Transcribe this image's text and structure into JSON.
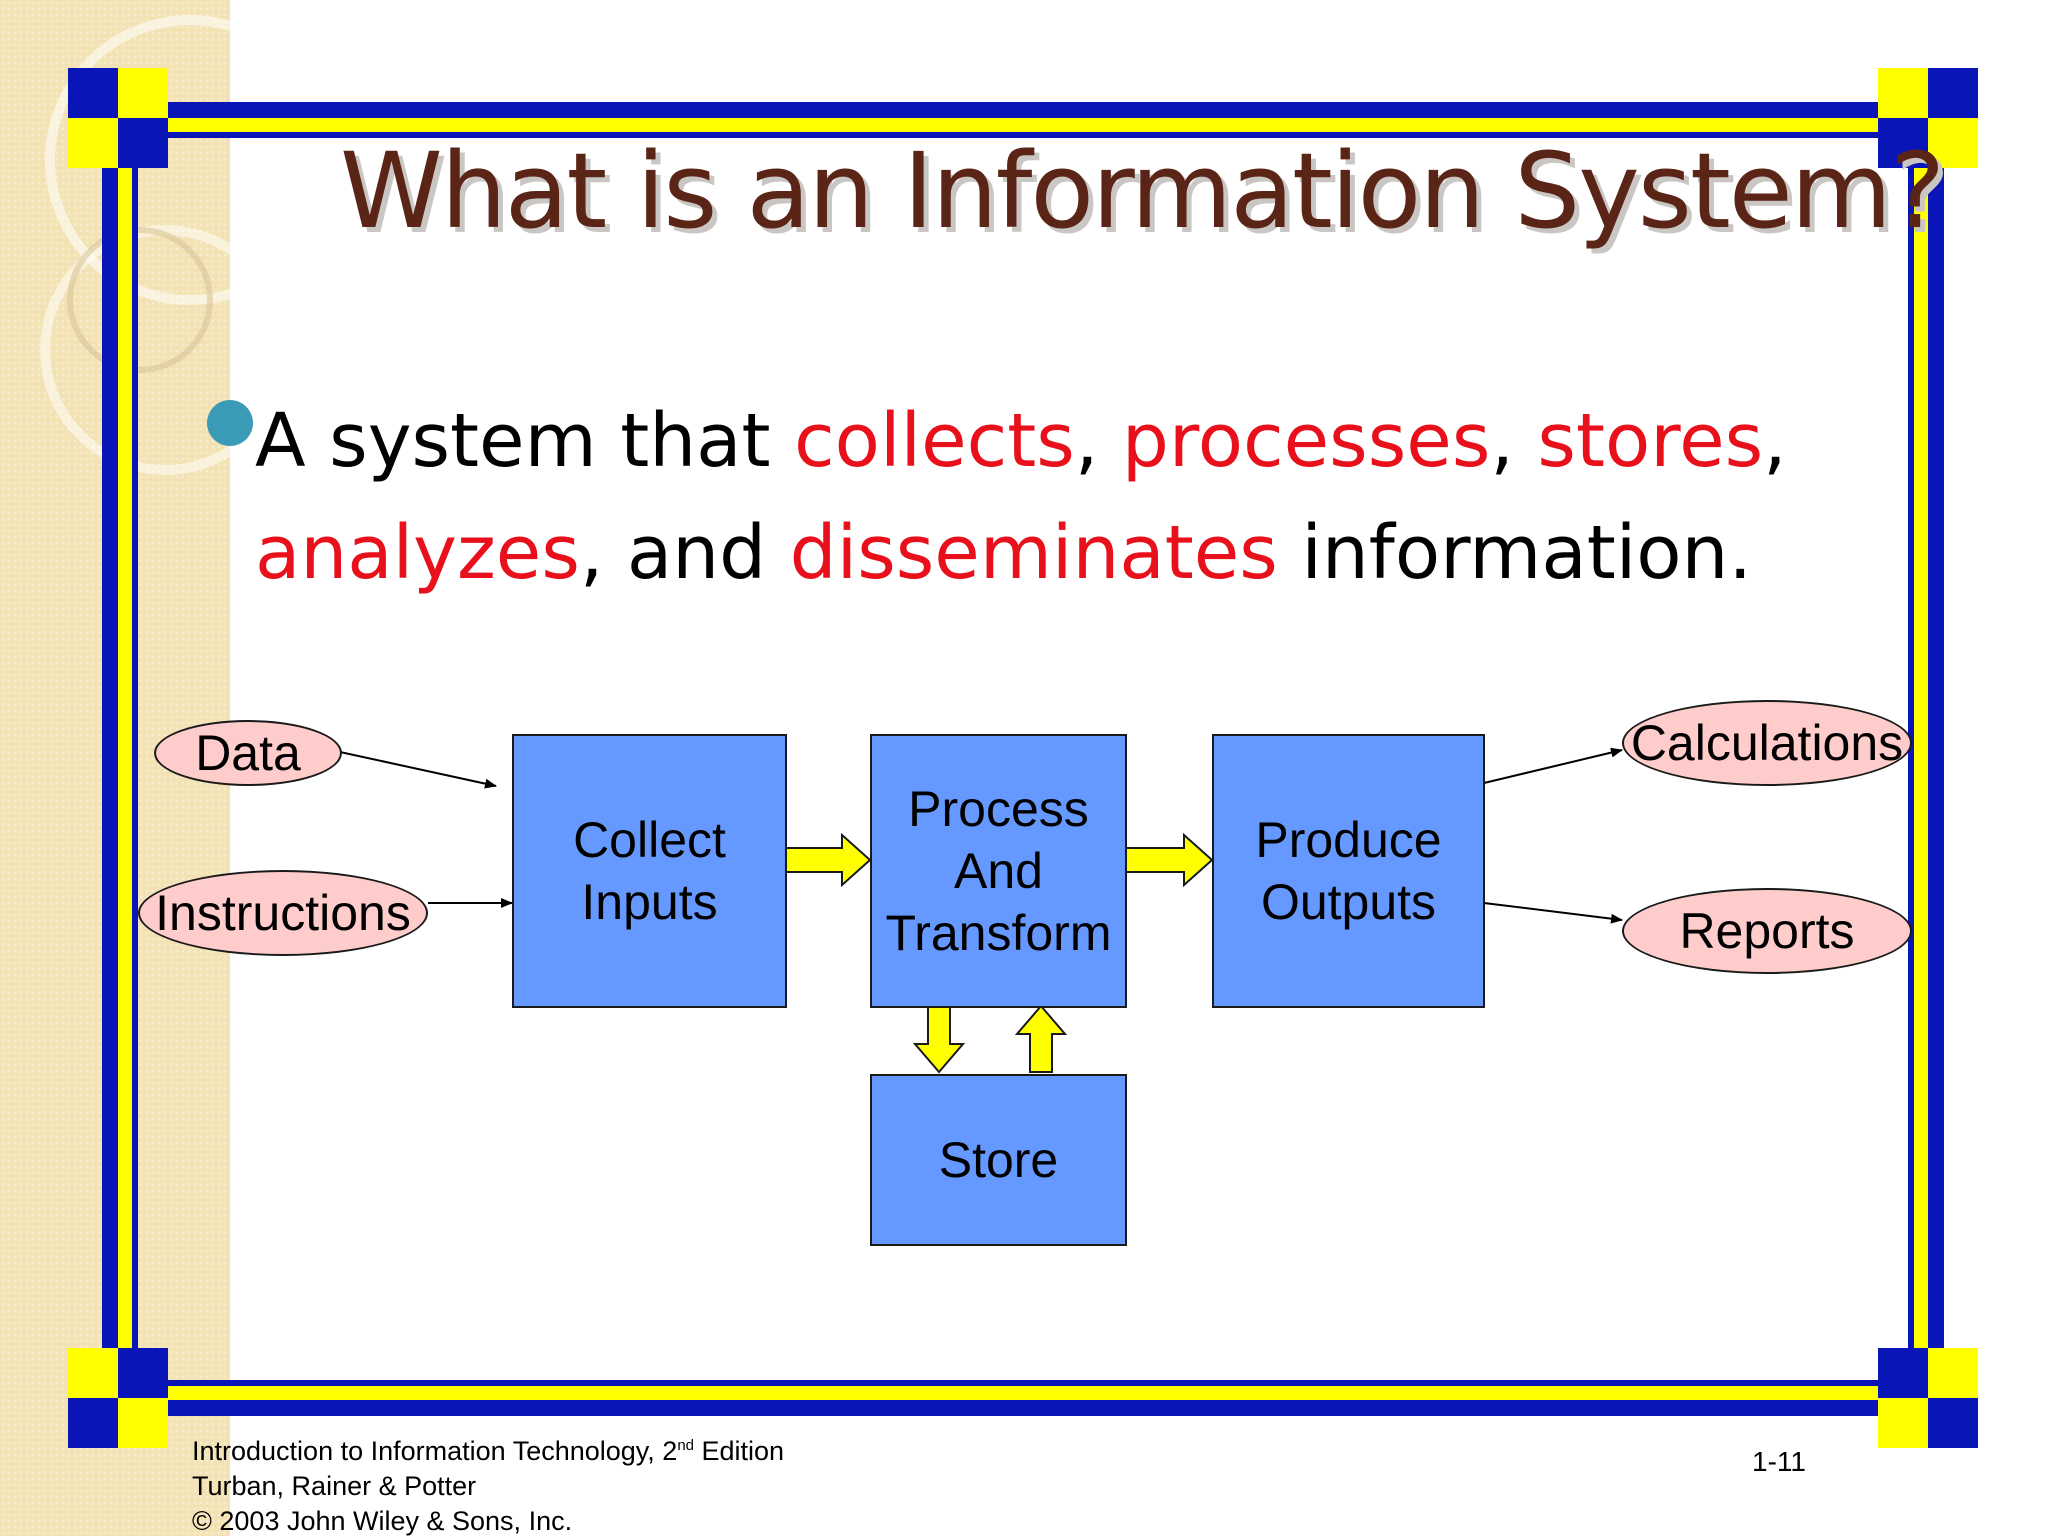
{
  "title": "What is an Information System?",
  "bullet": {
    "segments": [
      {
        "text": "A system that ",
        "highlight": false
      },
      {
        "text": "collects",
        "highlight": true
      },
      {
        "text": ", ",
        "highlight": false
      },
      {
        "text": "processes",
        "highlight": true
      },
      {
        "text": ", ",
        "highlight": false
      },
      {
        "text": "stores",
        "highlight": true
      },
      {
        "text": ", ",
        "highlight": false
      },
      {
        "text": "analyzes",
        "highlight": true
      },
      {
        "text": ", and ",
        "highlight": false
      },
      {
        "text": "disseminates",
        "highlight": true
      },
      {
        "text": " information.",
        "highlight": false
      }
    ]
  },
  "diagram": {
    "inputs": [
      "Data",
      "Instructions"
    ],
    "collect_lines": [
      "Collect",
      "Inputs"
    ],
    "process_lines": [
      "Process",
      "And",
      "Transform"
    ],
    "produce_lines": [
      "Produce",
      "Outputs"
    ],
    "store_label": "Store",
    "outputs": [
      "Calculations",
      "Reports"
    ]
  },
  "footer": {
    "line1_prefix": "Introduction  to Information Technology, 2",
    "line1_sup": "nd",
    "line1_suffix": " Edition",
    "line2": "Turban, Rainer & Potter",
    "line3": "© 2003 John Wiley & Sons, Inc."
  },
  "slide_number": "1-11",
  "colors": {
    "title": "#5a2416",
    "highlight": "#e8101a",
    "box_fill": "#6699ff",
    "oval_fill": "#ffcccc",
    "frame_blue": "#0a15b8",
    "frame_yellow": "#ffff00",
    "bullet_dot": "#3b9ab5"
  }
}
